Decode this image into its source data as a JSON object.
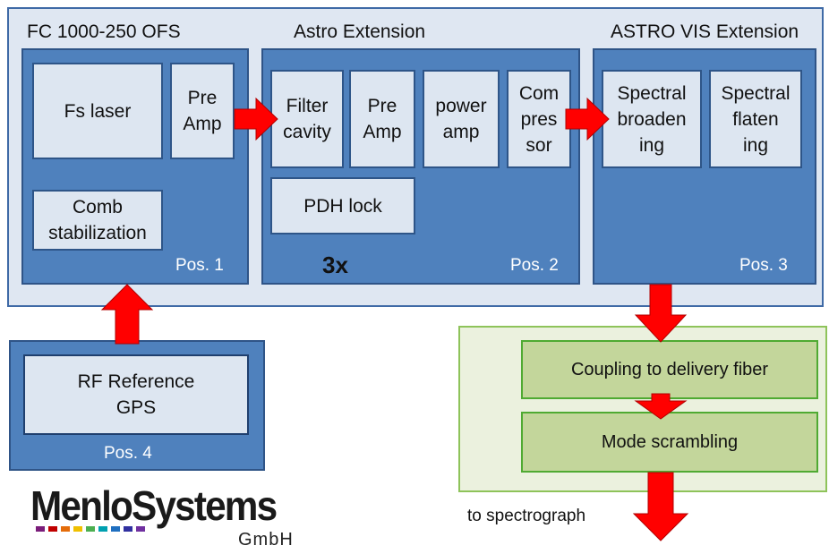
{
  "system": {
    "title": "FC 1000-250 OFS",
    "fs_laser": "Fs laser",
    "pre_amp": "Pre\nAmp",
    "comb_stabilization": "Comb\nstabilization",
    "pos": "Pos. 1"
  },
  "astro": {
    "title": "Astro Extension",
    "filter_cavity": "Filter\ncavity",
    "pre_amp": "Pre\nAmp",
    "power_amp": "power\namp",
    "compressor": "Com\npres\nsor",
    "pdh_lock": "PDH lock",
    "multiplier": "3x",
    "pos": "Pos. 2"
  },
  "vis": {
    "title": "ASTRO VIS Extension",
    "broadening": "Spectral\nbroaden\ning",
    "flatening": "Spectral\nflaten\ning",
    "pos": "Pos. 3"
  },
  "rf": {
    "label": "RF Reference\nGPS",
    "pos": "Pos. 4"
  },
  "delivery": {
    "coupling": "Coupling to delivery fiber",
    "scrambling": "Mode scrambling",
    "output": "to spectrograph"
  },
  "logo": {
    "name": "MenloSystems",
    "sub": "GmbH"
  },
  "colors": {
    "section_blue": "#4f81bd",
    "outer_blue": "#dfe7f2",
    "box_fill": "#dde6f1",
    "arrow_red": "#ff0000",
    "green_fill": "#c3d69b",
    "green_outer": "#ebf1de"
  }
}
